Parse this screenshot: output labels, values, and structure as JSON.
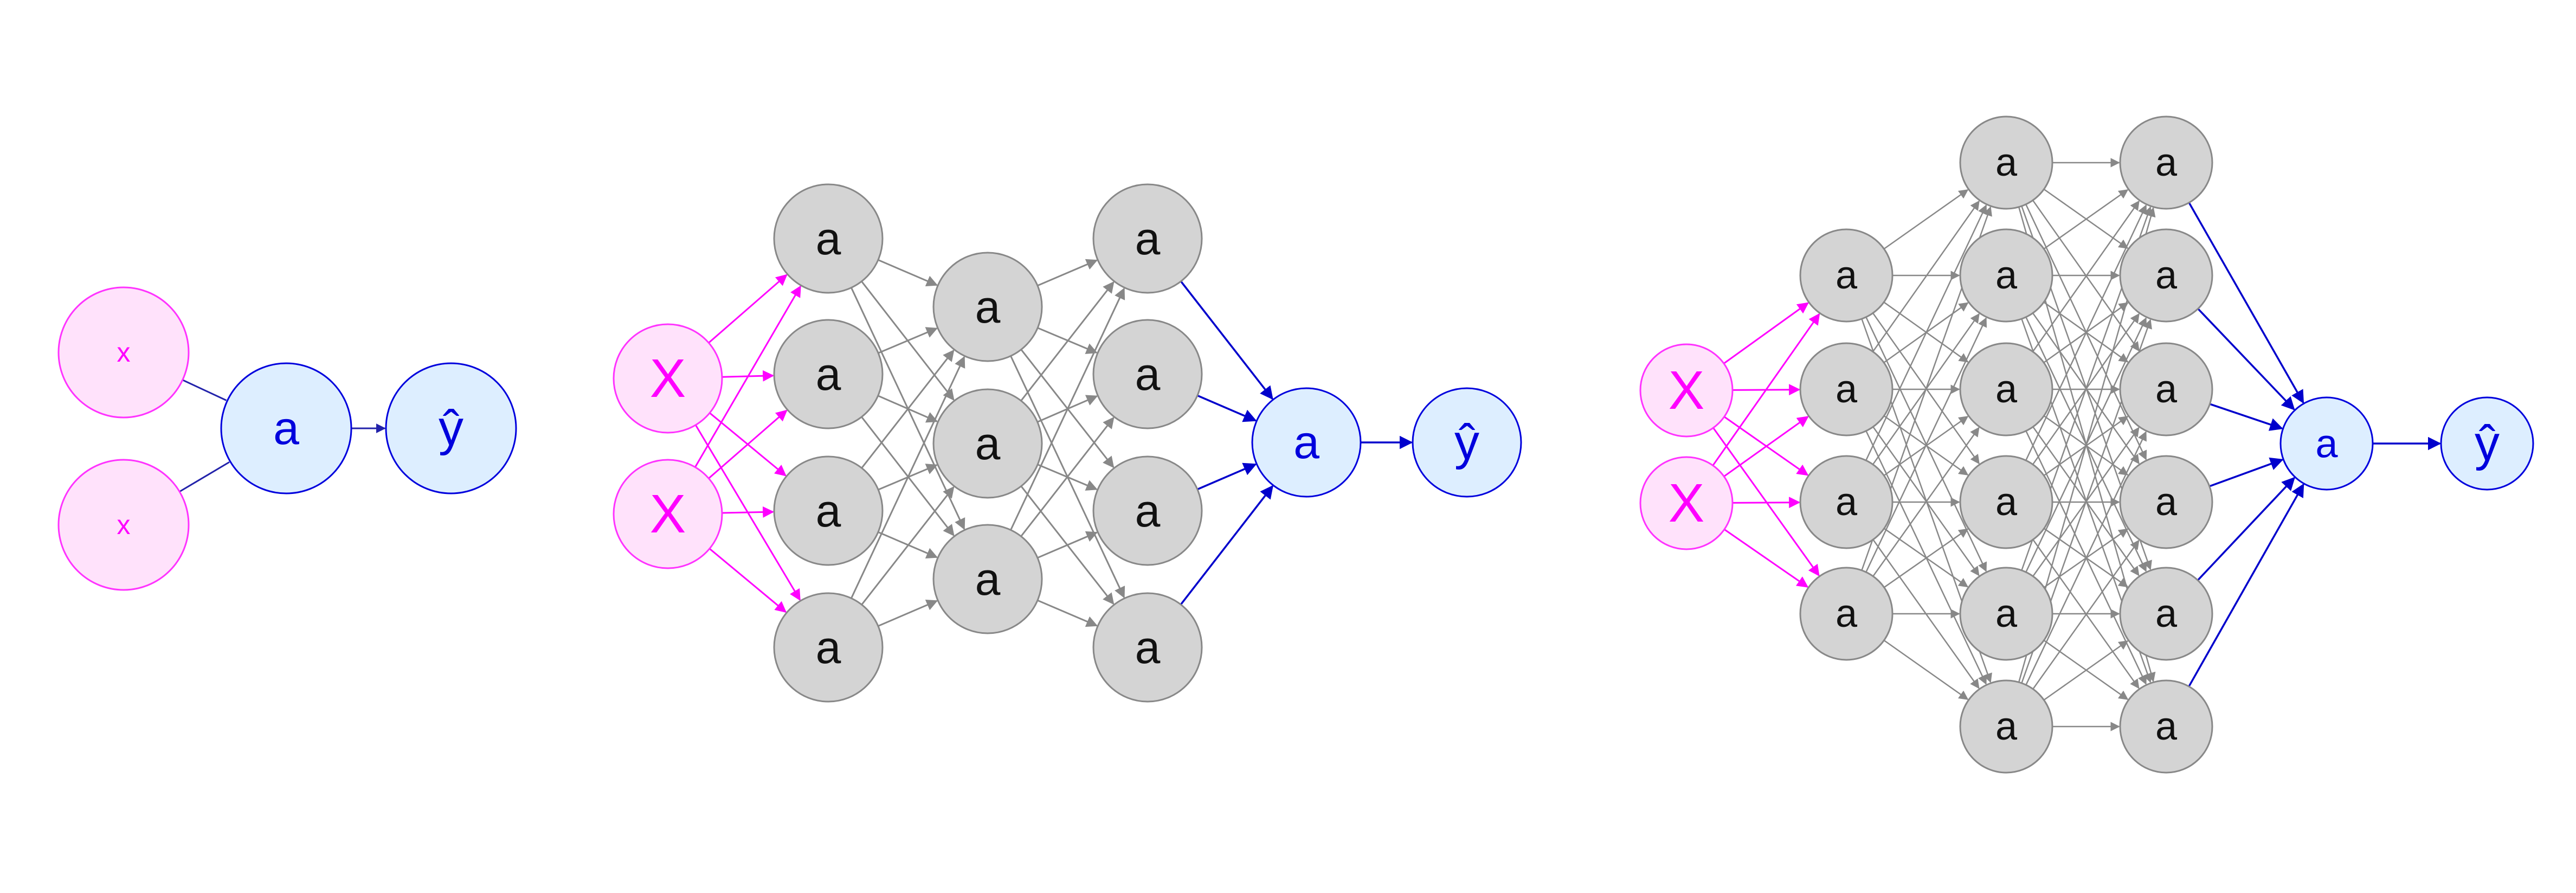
{
  "labels": {
    "input_label": "x",
    "input_label_large": "X",
    "hidden_label": "a",
    "output_label": "a",
    "prediction_label": "ŷ"
  },
  "colors": {
    "input_stroke": "#ff33ff",
    "input_fill": "#ffe2fb",
    "hidden_stroke": "#888888",
    "hidden_fill": "#d4d4d4",
    "output_stroke": "#0000dd",
    "output_fill": "#ddeeff",
    "edge_input": "#ff00ff",
    "edge_hidden": "#888888",
    "edge_output": "#0000cc",
    "edge_simple": "#2222aa"
  },
  "networks": [
    {
      "name": "single-neuron",
      "layers": [
        {
          "kind": "input",
          "count": 2
        },
        {
          "kind": "output",
          "count": 1
        },
        {
          "kind": "prediction",
          "count": 1
        }
      ]
    },
    {
      "name": "two-hidden-layer",
      "layers": [
        {
          "kind": "input",
          "count": 2
        },
        {
          "kind": "hidden",
          "count": 4
        },
        {
          "kind": "hidden",
          "count": 3
        },
        {
          "kind": "hidden",
          "count": 4
        },
        {
          "kind": "output",
          "count": 1
        },
        {
          "kind": "prediction",
          "count": 1
        }
      ]
    },
    {
      "name": "deep-network",
      "layers": [
        {
          "kind": "input",
          "count": 2
        },
        {
          "kind": "hidden",
          "count": 4
        },
        {
          "kind": "hidden",
          "count": 6
        },
        {
          "kind": "hidden",
          "count": 6
        },
        {
          "kind": "output",
          "count": 1
        },
        {
          "kind": "prediction",
          "count": 1
        }
      ]
    }
  ]
}
